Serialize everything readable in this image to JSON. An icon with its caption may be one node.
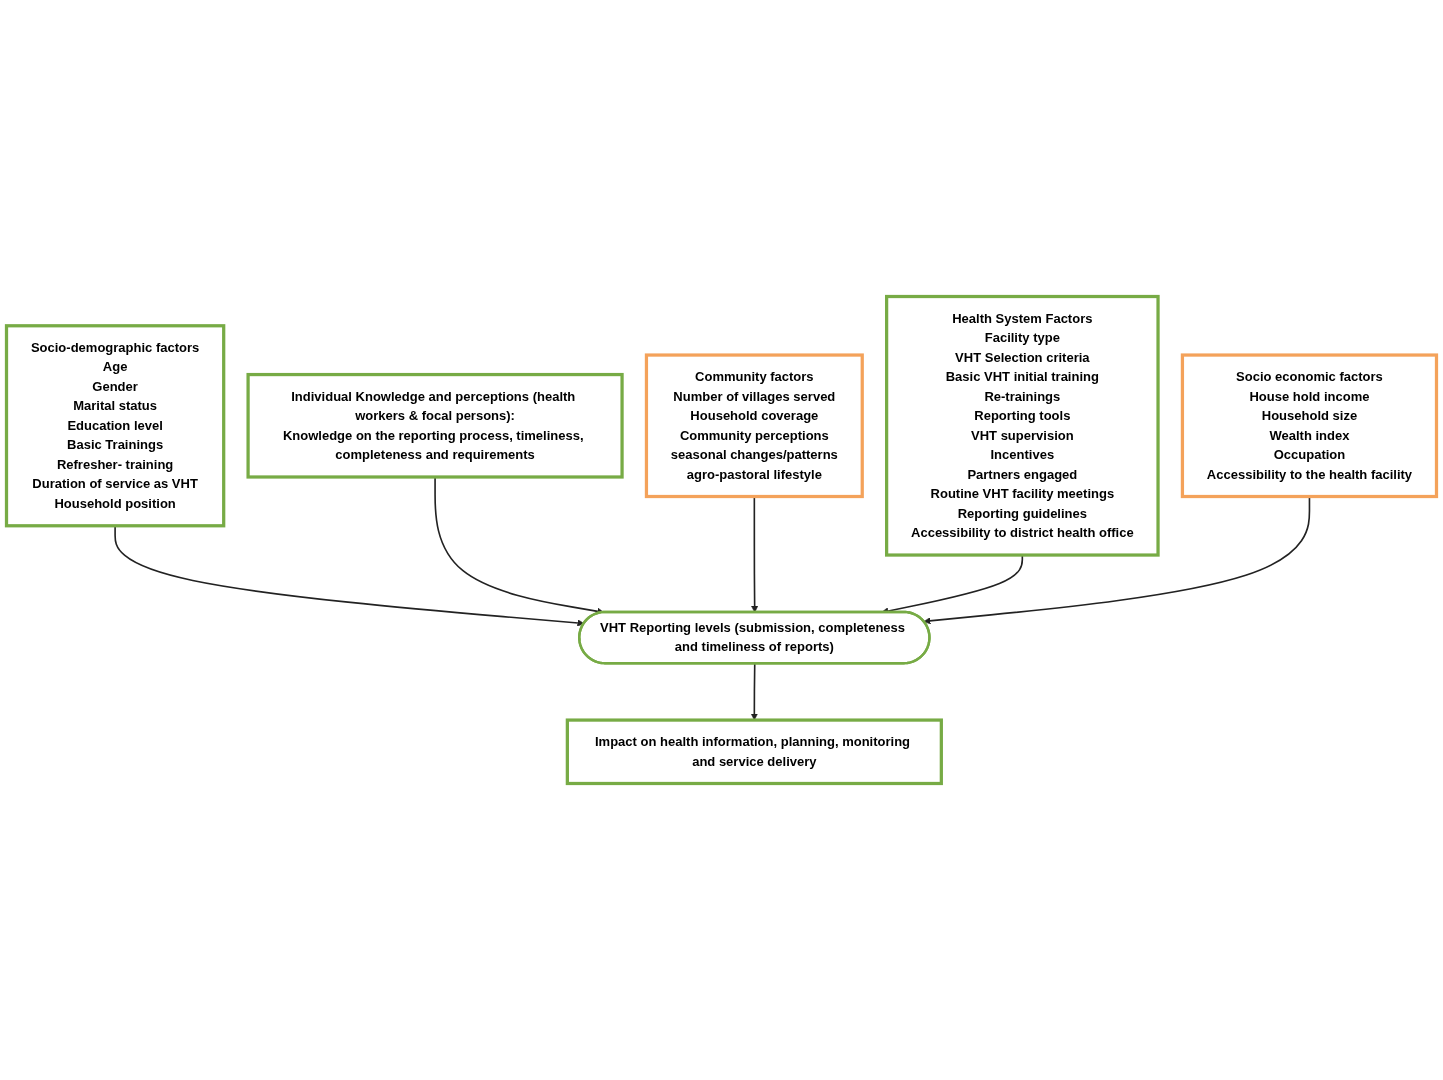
{
  "diagram": {
    "nodes": [
      {
        "text": [
          "Socio-demographic factors",
          "Age",
          "Gender",
          "Marital status",
          "Education level",
          "Basic Trainings",
          "Refresher- training",
          "Duration of service as VHT",
          "Household position"
        ]
      },
      {
        "text": [
          "Individual Knowledge and perceptions (health workers & focal persons):",
          "Knowledge on the reporting process, timeliness, completeness and requirements"
        ]
      },
      {
        "text": [
          "Community factors",
          "Number of villages served",
          "Household coverage",
          "Community perceptions",
          "seasonal changes/patterns",
          "agro-pastoral lifestyle"
        ]
      },
      {
        "text": [
          "Health System Factors",
          "Facility type",
          "VHT Selection criteria",
          "Basic VHT initial training",
          "Re-trainings",
          "Reporting tools",
          "VHT supervision",
          "Incentives",
          "Partners engaged",
          "Routine VHT facility meetings",
          "Reporting guidelines",
          "Accessibility to district health office"
        ]
      },
      {
        "text": [
          "VHT Reporting levels (submission, completeness and timeliness of reports)"
        ]
      },
      {
        "text": [
          "Socio economic factors",
          "House hold income",
          "Household size",
          "Wealth index",
          "Occupation",
          "Accessibility to the health facility"
        ]
      },
      {
        "text": [
          "Impact on health information, planning, monitoring and service delivery"
        ]
      }
    ],
    "edges": [
      {
        "from": 0,
        "to": 4,
        "arrow": "to"
      },
      {
        "from": 1,
        "to": 4,
        "arrow": "to"
      },
      {
        "from": 2,
        "to": 4,
        "arrow": "to"
      },
      {
        "from": 3,
        "to": 4,
        "arrow": "to"
      },
      {
        "from": 5,
        "to": 4,
        "arrow": "to"
      },
      {
        "from": 4,
        "to": 6,
        "arrow": "to"
      }
    ]
  }
}
